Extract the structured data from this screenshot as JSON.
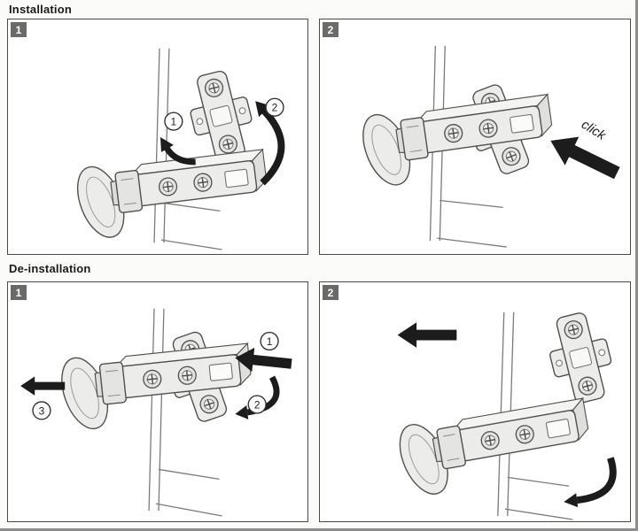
{
  "sections": {
    "installation": {
      "title": "Installation",
      "panels": {
        "step1": {
          "badge": "1",
          "labels": {
            "s1": "1",
            "s2": "2"
          }
        },
        "step2": {
          "badge": "2",
          "click": "click"
        }
      }
    },
    "deinstallation": {
      "title": "De-installation",
      "panels": {
        "step1": {
          "badge": "1",
          "labels": {
            "s1": "1",
            "s2": "2",
            "s3": "3"
          }
        },
        "step2": {
          "badge": "2"
        }
      }
    }
  },
  "colors": {
    "panel_border": "#4a4a48",
    "badge_background": "#6a6a68",
    "badge_text": "#ffffff",
    "drawing_line": "#4f4f4d",
    "arrow": "#1c1c1c",
    "metal_fill": "#ececea"
  },
  "icons": {
    "mounting_plate": "cross-mounting-plate",
    "hinge_arm": "hinge-arm-with-cam-screws",
    "hinge_cup": "hinge-cup-boss",
    "arrows": [
      "hook-arrow",
      "swing-arrow",
      "click-arrow",
      "pull-arrow",
      "rotate-arrow"
    ]
  }
}
